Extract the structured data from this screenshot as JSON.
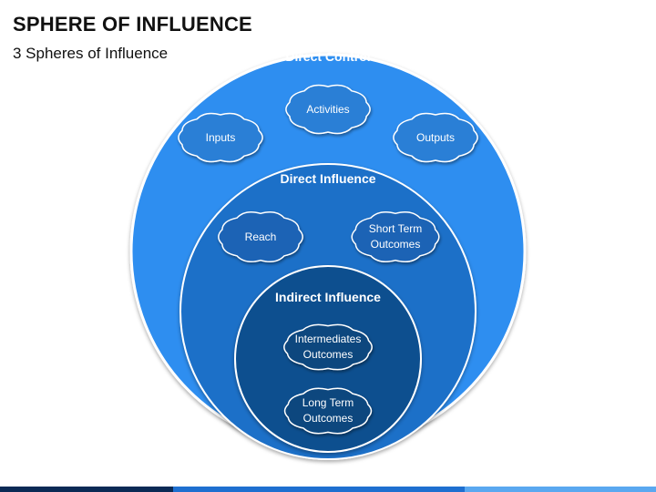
{
  "header": {
    "title": "SPHERE OF INFLUENCE",
    "subtitle": "3 Spheres of Influence"
  },
  "spheres": [
    {
      "label": "Direct Control",
      "color": "#2f8ef0",
      "clouds": [
        {
          "lines": [
            "Activities"
          ]
        },
        {
          "lines": [
            "Inputs"
          ]
        },
        {
          "lines": [
            "Outputs"
          ]
        }
      ]
    },
    {
      "label": "Direct Influence",
      "color": "#1f6fc8",
      "clouds": [
        {
          "lines": [
            "Reach"
          ]
        },
        {
          "lines": [
            "Short Term",
            "Outcomes"
          ]
        }
      ]
    },
    {
      "label": "Indirect Influence",
      "color": "#114f8f",
      "clouds": [
        {
          "lines": [
            "Intermediates",
            "Outcomes"
          ]
        },
        {
          "lines": [
            "Long Term",
            "Outcomes"
          ]
        }
      ]
    }
  ],
  "colors": {
    "cloud_outer": "#2a7fd6",
    "cloud_middle": "#1a63b5",
    "cloud_inner": "#0f467e",
    "footer_bar": [
      "#0b2a55",
      "#1e6fd0",
      "#5aa8f0"
    ]
  }
}
